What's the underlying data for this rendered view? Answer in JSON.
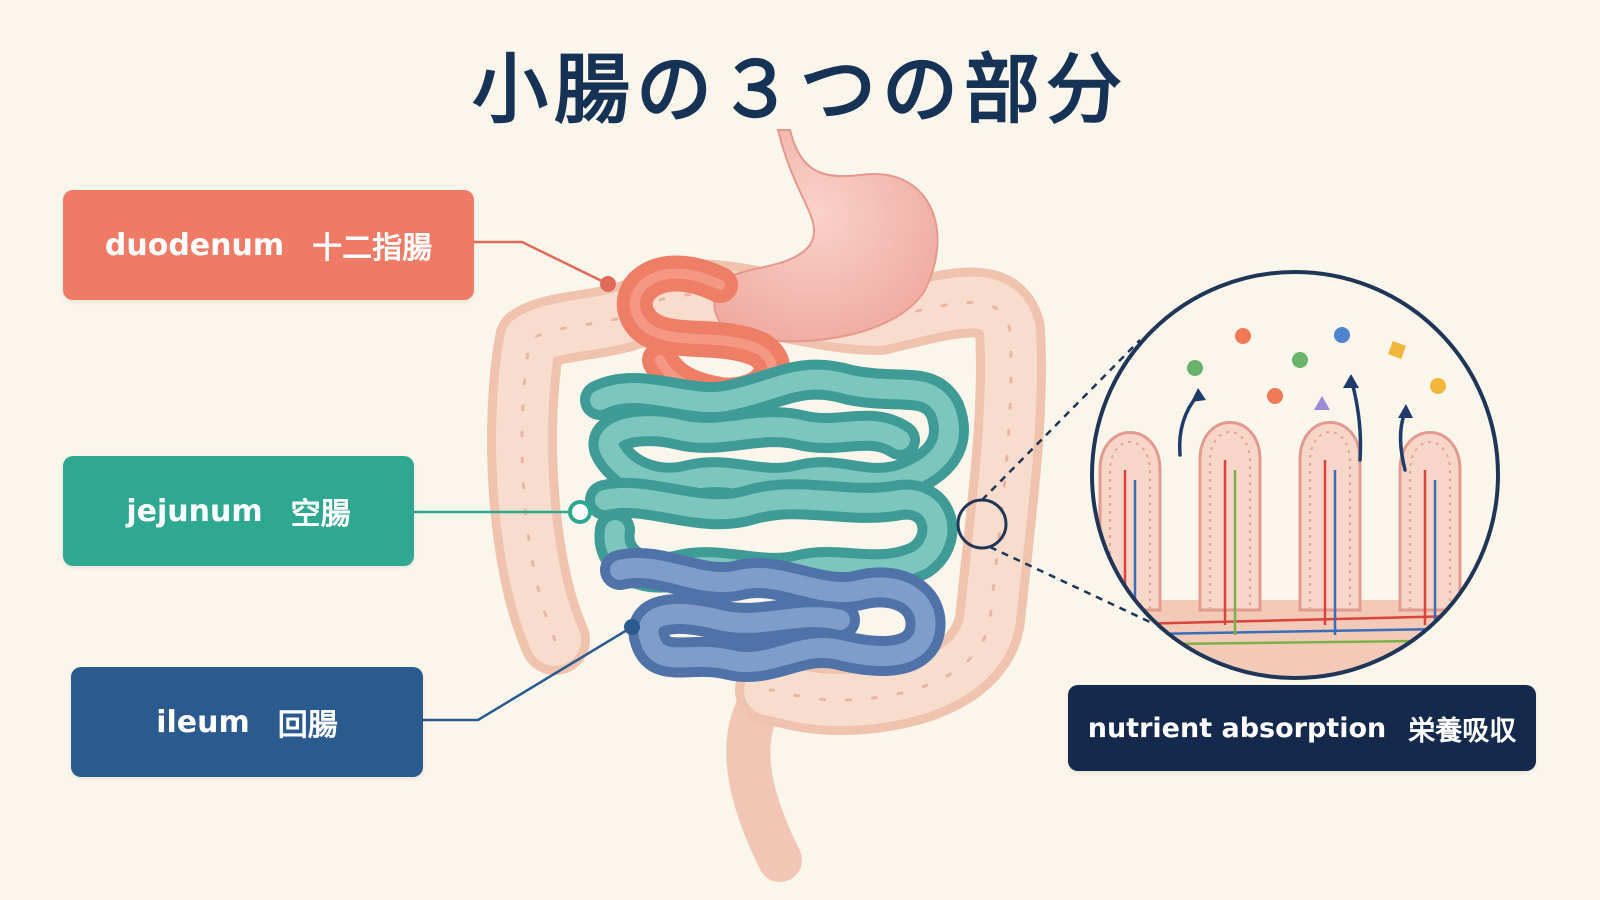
{
  "title": "小腸の３つの部分",
  "labels": {
    "duodenum": {
      "en": "duodenum",
      "jp": "十二指腸"
    },
    "jejunum": {
      "en": "jejunum",
      "jp": "空腸"
    },
    "ileum": {
      "en": "ileum",
      "jp": "回腸"
    },
    "nutrient": {
      "en": "nutrient absorption",
      "jp": "栄養吸収"
    }
  },
  "colors": {
    "background": "#fbf6ec",
    "title": "#163356",
    "duodenum": "#ef7a66",
    "jejunum": "#2fa892",
    "ileum": "#2b5a8f",
    "nutrient_label": "#14294c",
    "stomach": "#f3b6ad",
    "large_intestine": "#f5d2bf"
  }
}
